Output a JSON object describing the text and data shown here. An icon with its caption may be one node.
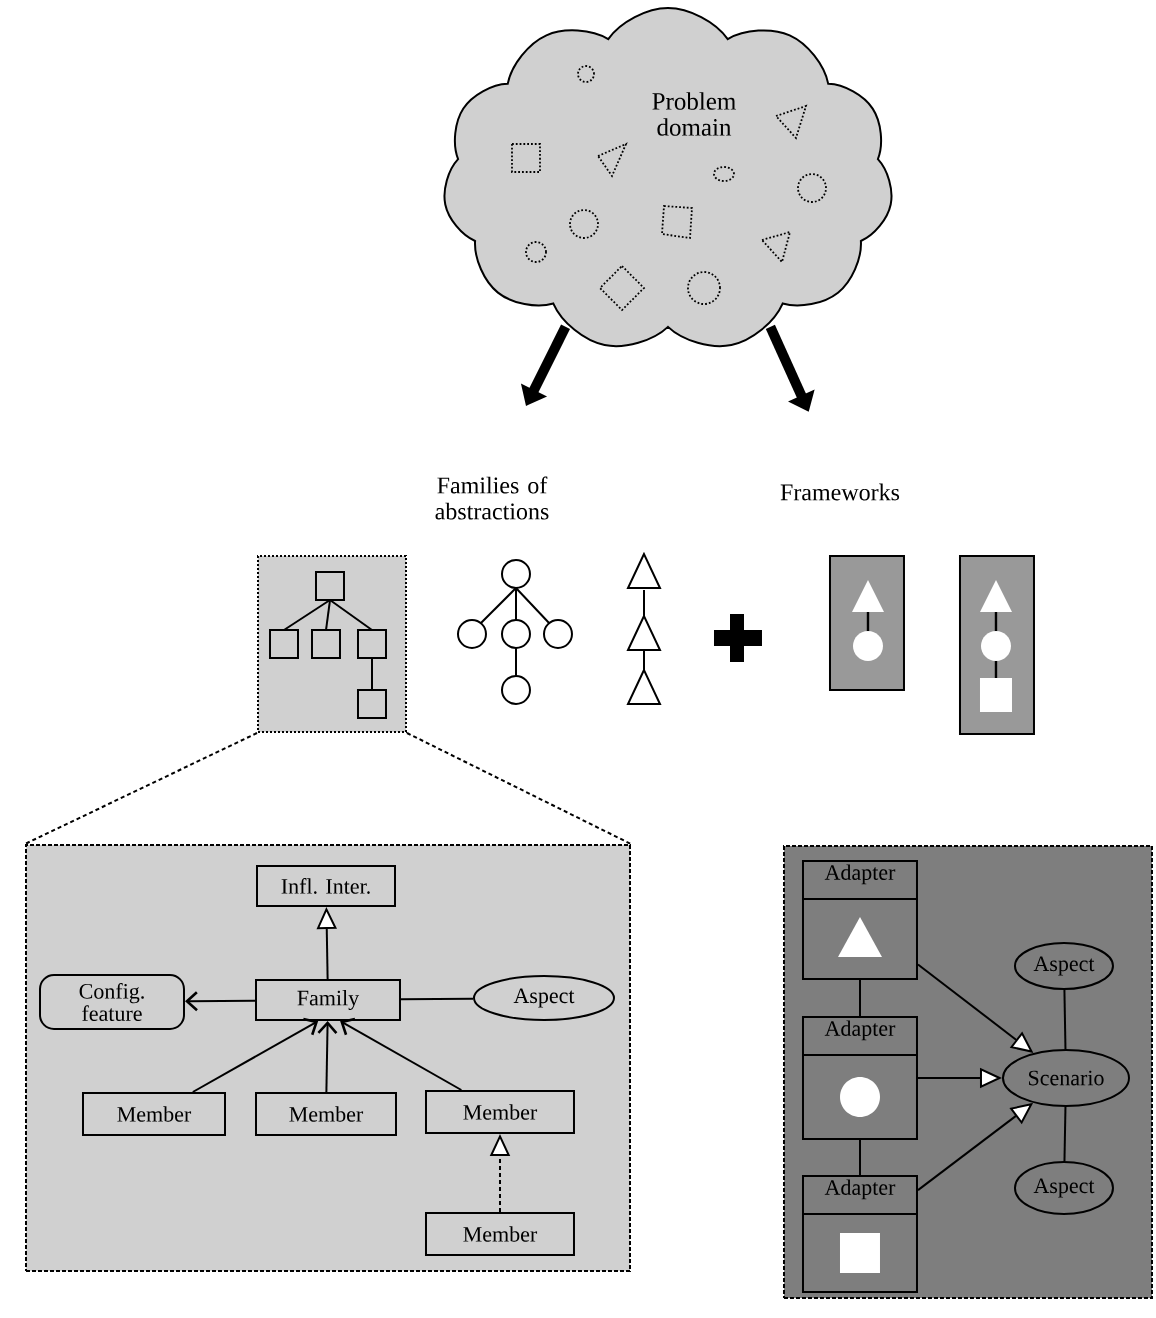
{
  "diagram": {
    "nodes": [
      {
        "text": [
          "Problem domain"
        ]
      },
      {
        "text": [
          "Families of abstractions"
        ]
      },
      {
        "text": [
          "Frameworks"
        ]
      },
      {
        "text": [],
        "shape": "box"
      },
      {
        "text": [],
        "shape": "box"
      },
      {
        "text": [
          "Infl. Inter."
        ],
        "in": 4
      },
      {
        "text": [
          "Config. feature"
        ],
        "in": 4
      },
      {
        "text": [
          "Family"
        ],
        "in": 4
      },
      {
        "text": [
          "Aspect"
        ],
        "in": 4
      },
      {
        "text": [
          "Member"
        ],
        "in": 4
      },
      {
        "text": [
          "Member"
        ],
        "in": 4
      },
      {
        "text": [
          "Member"
        ],
        "in": 4
      },
      {
        "text": [
          "Member"
        ],
        "in": 4
      },
      {
        "text": [],
        "shape": "box"
      },
      {
        "text": [
          "Adapter"
        ],
        "in": 13
      },
      {
        "text": [
          "Adapter"
        ],
        "in": 13
      },
      {
        "text": [
          "Adapter"
        ],
        "in": 13
      },
      {
        "text": [
          "Scenario"
        ],
        "in": 13
      },
      {
        "text": [
          "Aspect"
        ],
        "in": 13
      },
      {
        "text": [
          "Aspect"
        ],
        "in": 13
      }
    ],
    "edges": [
      {
        "from": 0,
        "to": 1,
        "arrow": "to",
        "style": "thick"
      },
      {
        "from": 0,
        "to": 2,
        "arrow": "to",
        "style": "thick"
      },
      {
        "from": 3,
        "to": 4,
        "arrow": "none",
        "style": "dashed"
      },
      {
        "from": 3,
        "to": 4,
        "arrow": "none",
        "style": "dashed"
      },
      {
        "from": 7,
        "to": 5,
        "arrow": "to"
      },
      {
        "from": 7,
        "to": 6,
        "arrow": "to"
      },
      {
        "from": 7,
        "to": 8,
        "arrow": "none"
      },
      {
        "from": 9,
        "to": 7,
        "arrow": "to"
      },
      {
        "from": 10,
        "to": 7,
        "arrow": "to"
      },
      {
        "from": 11,
        "to": 7,
        "arrow": "to"
      },
      {
        "from": 12,
        "to": 11,
        "arrow": "to",
        "style": "dashed"
      },
      {
        "from": 14,
        "to": 17,
        "arrow": "to"
      },
      {
        "from": 15,
        "to": 17,
        "arrow": "to"
      },
      {
        "from": 16,
        "to": 17,
        "arrow": "to"
      },
      {
        "from": 14,
        "to": 15,
        "arrow": "none"
      },
      {
        "from": 15,
        "to": 16,
        "arrow": "none"
      },
      {
        "from": 17,
        "to": 18,
        "arrow": "none"
      },
      {
        "from": 17,
        "to": 19,
        "arrow": "none"
      }
    ]
  }
}
